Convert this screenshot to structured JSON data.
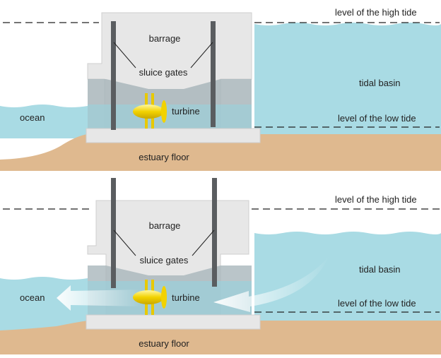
{
  "colors": {
    "water": "#a9dbe4",
    "water_dark": "#9ccfd9",
    "sand": "#dfb98f",
    "concrete": "#e7e7e7",
    "concrete_edge": "#c9c9c9",
    "gate": "#5a5d60",
    "turbine": "#f2d200",
    "text": "#222222"
  },
  "labels": {
    "high_tide": "level of the high tide",
    "low_tide": "level of the low tide",
    "barrage": "barrage",
    "sluice_gates": "sluice gates",
    "tidal_basin": "tidal basin",
    "ocean": "ocean",
    "turbine": "turbine",
    "estuary_floor": "estuary floor"
  },
  "panels": [
    {
      "id": "gates-raised",
      "labels": {
        "high_tide": "level of the high tide",
        "low_tide": "level of the low tide",
        "barrage": "barrage",
        "sluice_gates": "sluice gates",
        "tidal_basin": "tidal basin",
        "ocean": "ocean",
        "turbine": "turbine",
        "estuary_floor": "estuary floor"
      }
    },
    {
      "id": "gates-open-outflow",
      "labels": {
        "high_tide": "level of the high tide",
        "low_tide": "level of the low tide",
        "barrage": "barrage",
        "sluice_gates": "sluice gates",
        "tidal_basin": "tidal basin",
        "ocean": "ocean",
        "turbine": "turbine",
        "estuary_floor": "estuary floor"
      }
    }
  ]
}
